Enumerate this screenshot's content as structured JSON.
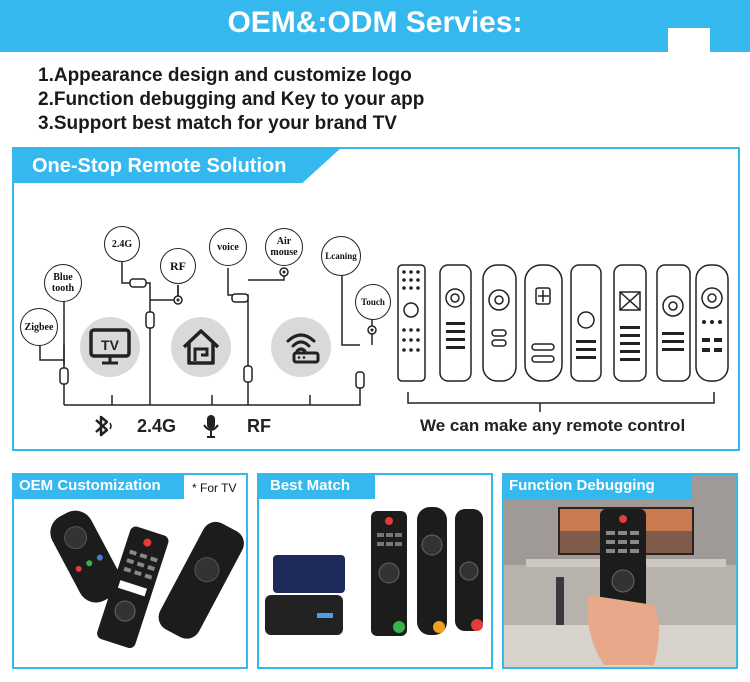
{
  "header": {
    "title": "OEM&:ODM Servies:"
  },
  "points": [
    "1.Appearance design and customize logo",
    "2.Function debugging and Key to your app",
    "3.Support best match for your brand TV"
  ],
  "panel": {
    "title": "One-Stop Remote Solution",
    "bubbles": {
      "zigbee": "Zigbee",
      "bluetooth": "Blue tooth",
      "g24": "2.4G",
      "rf": "RF",
      "voice": "voice",
      "airmouse": "Air mouse",
      "leaning": "Lcaning",
      "touch": "Touch"
    },
    "protocols": {
      "g24": "2.4G",
      "rf": "RF"
    },
    "any_label": "We can make any remote control"
  },
  "cards": {
    "oem": {
      "title": "OEM Customization",
      "note": "* For TV"
    },
    "match": {
      "title": "Best Match"
    },
    "debug": {
      "title": "Function Debugging"
    }
  },
  "colors": {
    "accent": "#35b8ee"
  }
}
